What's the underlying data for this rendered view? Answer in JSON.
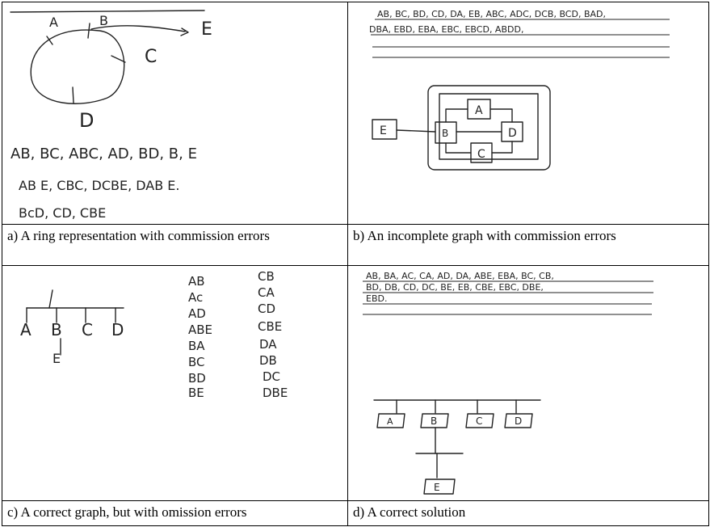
{
  "panels": {
    "a": {
      "caption": "a) A ring representation with commission errors",
      "node_labels": [
        "A",
        "B",
        "C",
        "D",
        "E"
      ],
      "lines": [
        "AB, BC, ABC, AD, BD, B, E",
        "AB E, CBC, DCBE, DAB E.",
        "BcD, CD, CBE"
      ]
    },
    "b": {
      "caption": "b) An incomplete graph with commission errors",
      "lines": [
        "AB, BC, BD, CD, DA, EB, ABC, ADC, DCB, BCD, BAD,",
        "DBA, EBD, EBA, EBC, EBCD, ABDD,"
      ],
      "node_labels": [
        "A",
        "B",
        "C",
        "D",
        "E"
      ]
    },
    "c": {
      "caption": "c) A correct graph, but with omission errors",
      "node_labels": [
        "A",
        "B",
        "C",
        "D",
        "E"
      ],
      "col1": [
        "AB",
        "Ac",
        "AD",
        "ABE",
        "BA",
        "BC",
        "BD",
        "BE"
      ],
      "col2": [
        "CB",
        "CA",
        "CD",
        "CBE",
        "DA",
        "DB",
        "DC",
        "DBE"
      ]
    },
    "d": {
      "caption": "d) A correct solution",
      "lines": [
        "AB, BA, AC, CA, AD, DA, ABE, EBA, BC, CB,",
        "BD, DB, CD, DC, BE, EB, CBE, EBC, DBE,",
        "EBD."
      ],
      "node_labels": [
        "A",
        "B",
        "C",
        "D",
        "E"
      ]
    }
  }
}
